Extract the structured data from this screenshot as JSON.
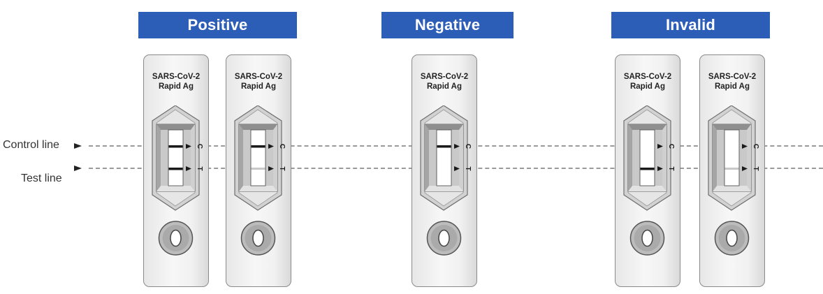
{
  "headers": {
    "positive": "Positive",
    "negative": "Negative",
    "invalid": "Invalid"
  },
  "legend": {
    "control": "Control line",
    "test": "Test line"
  },
  "cassette": {
    "name_line1": "SARS-CoV-2",
    "name_line2": "Rapid Ag",
    "mark_c": "C",
    "mark_t": "T"
  },
  "results": [
    {
      "group": "Positive",
      "control_band": "dark",
      "test_band": "dark"
    },
    {
      "group": "Positive",
      "control_band": "dark",
      "test_band": "faint"
    },
    {
      "group": "Negative",
      "control_band": "dark",
      "test_band": "none"
    },
    {
      "group": "Invalid",
      "control_band": "none",
      "test_band": "dark"
    },
    {
      "group": "Invalid",
      "control_band": "none",
      "test_band": "faint"
    }
  ],
  "colors": {
    "header_bg": "#2c5db7",
    "header_text": "#ffffff",
    "band_dark": "#1a1a1a",
    "band_faint": "#c8c8c8",
    "dashed_line": "#9a9a9a"
  }
}
